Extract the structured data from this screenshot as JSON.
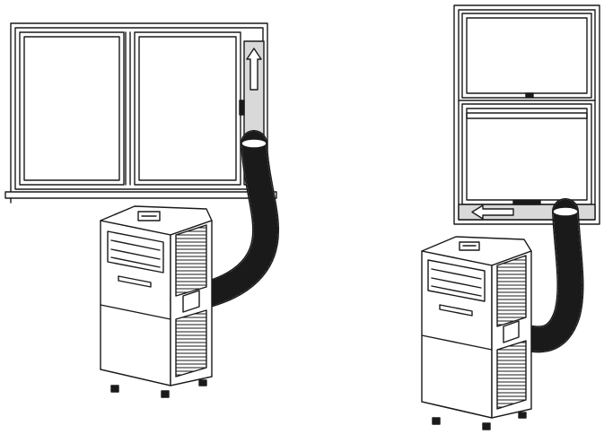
{
  "diagram": {
    "panels": [
      {
        "window_type": "sliding-window",
        "kit_arrow_direction": "up"
      },
      {
        "window_type": "sash-window",
        "kit_arrow_direction": "left"
      }
    ],
    "colors": {
      "line": "#1a1a1a",
      "kit_fill": "#d9d9d9",
      "arrow_fill": "#ffffff",
      "unit_fill": "#ffffff"
    }
  }
}
